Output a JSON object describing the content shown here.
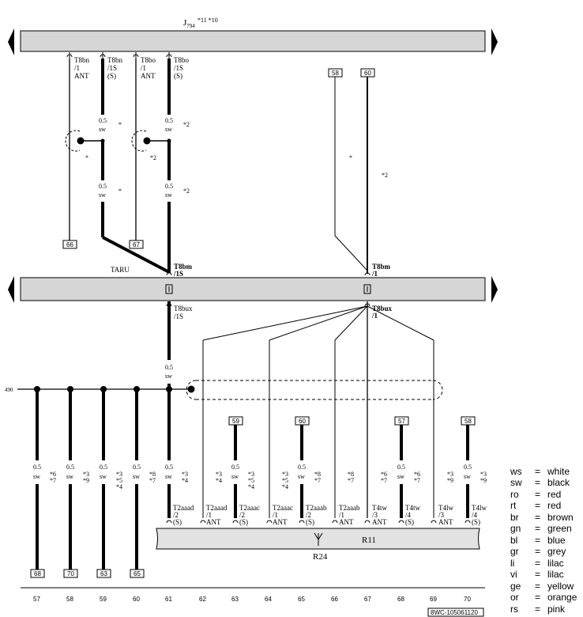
{
  "header": {
    "title_base": "J",
    "title_sub": "794",
    "title_notes": "*11   *10"
  },
  "rail_labels": {
    "taru": "TARU",
    "left_feed": "490"
  },
  "top_connectors": [
    {
      "lines": [
        "T8bn",
        "/1",
        "ANT"
      ]
    },
    {
      "lines": [
        "T8bn",
        "/1S",
        "(S)"
      ]
    },
    {
      "lines": [
        "T8bo",
        "/1",
        "ANT"
      ]
    },
    {
      "lines": [
        "T8bo",
        "/1S",
        "(S)"
      ]
    }
  ],
  "top_boxes": {
    "left_a": "66",
    "left_b": "67",
    "right_a": "58",
    "right_b": "60"
  },
  "wire_labels": {
    "size": "0.5",
    "color": "sw"
  },
  "stars": {
    "s1": "*",
    "s2": "*2"
  },
  "mid_connectors": {
    "left_upper": [
      "T8bm",
      "/1S"
    ],
    "right_upper": [
      "T8bm",
      "/1"
    ],
    "left_lower": [
      "T8bux",
      "/1S"
    ],
    "right_lower": [
      "T8bux",
      "/1"
    ]
  },
  "lower_boxes": [
    "59",
    "60",
    "57",
    "58"
  ],
  "bottom_boxes": [
    "68",
    "70",
    "63",
    "65"
  ],
  "bottom_stars": [
    [
      "*6",
      "*7"
    ],
    [
      "*3",
      "*9"
    ],
    [
      "*3",
      "*5",
      "*4"
    ],
    [
      "*8",
      "*7"
    ],
    [
      "*3",
      "*4"
    ],
    [
      "*3",
      "*4"
    ],
    [
      "*3",
      "*5",
      "*4"
    ],
    [
      "*3",
      "*5",
      "*4"
    ],
    [
      "*8",
      "*7"
    ],
    [
      "*8",
      "*7"
    ],
    [
      "*6",
      "*7"
    ],
    [
      "*6",
      "*7"
    ],
    [
      "*3",
      "*9"
    ],
    [
      "*3",
      "*9"
    ]
  ],
  "bottom_connectors": [
    [
      "T2aaad",
      "/2",
      "(S)"
    ],
    [
      "T2aaad",
      "/1",
      "ANT"
    ],
    [
      "T2aaac",
      "/2",
      "(S)"
    ],
    [
      "T2aaac",
      "/1",
      "ANT"
    ],
    [
      "T2aaab",
      "/2",
      "(S)"
    ],
    [
      "T2aaab",
      "/1",
      "ANT"
    ],
    [
      "T4tw",
      "/3",
      "ANT"
    ],
    [
      "T4tw",
      "/4",
      "(S)"
    ],
    [
      "T4lw",
      "/3",
      "ANT"
    ],
    [
      "T4lw",
      "/4",
      "(S)"
    ]
  ],
  "components": {
    "bar": "R11",
    "under": "R24"
  },
  "columns": [
    "57",
    "58",
    "59",
    "60",
    "61",
    "62",
    "63",
    "64",
    "65",
    "66",
    "67",
    "68",
    "69",
    "70"
  ],
  "doc_number": "8WC-105061120",
  "legend": [
    {
      "code": "ws",
      "eq": "=",
      "name": "white"
    },
    {
      "code": "sw",
      "eq": "=",
      "name": "black"
    },
    {
      "code": "ro",
      "eq": "=",
      "name": "red"
    },
    {
      "code": "rt",
      "eq": "=",
      "name": "red"
    },
    {
      "code": "br",
      "eq": "=",
      "name": "brown"
    },
    {
      "code": "gn",
      "eq": "=",
      "name": "green"
    },
    {
      "code": "bl",
      "eq": "=",
      "name": "blue"
    },
    {
      "code": "gr",
      "eq": "=",
      "name": "grey"
    },
    {
      "code": "li",
      "eq": "=",
      "name": "lilac"
    },
    {
      "code": "vi",
      "eq": "=",
      "name": "lilac"
    },
    {
      "code": "ge",
      "eq": "=",
      "name": "yellow"
    },
    {
      "code": "or",
      "eq": "=",
      "name": "orange"
    },
    {
      "code": "rs",
      "eq": "=",
      "name": "pink"
    }
  ],
  "colors": {
    "rail_fill": "#d6d6d6",
    "bar_fill": "#e2e2e2",
    "ink": "#000000"
  }
}
